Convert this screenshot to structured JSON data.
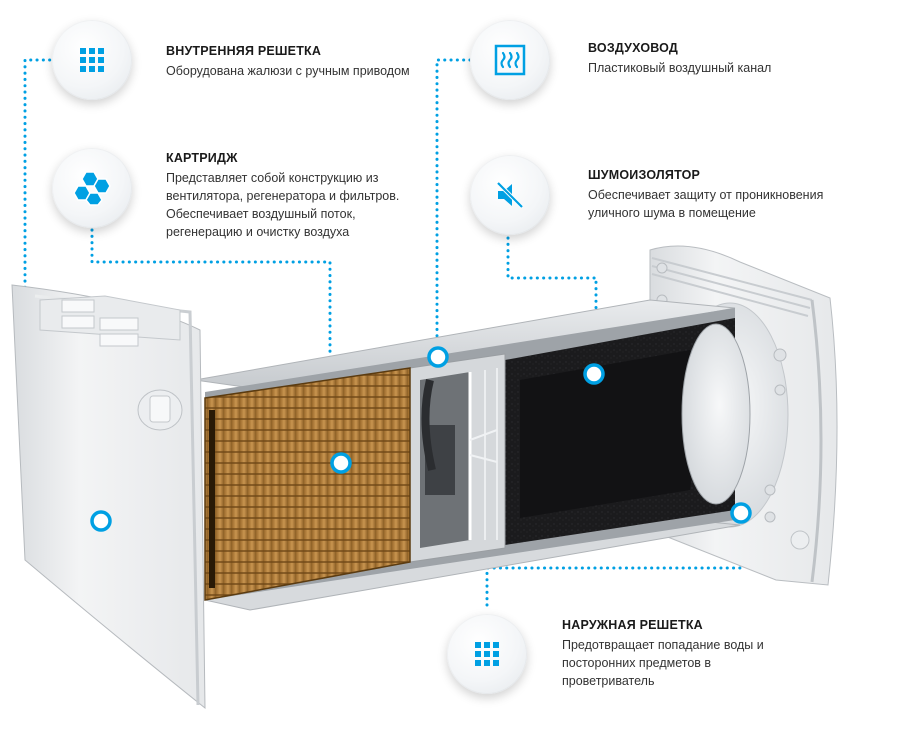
{
  "accent_color": "#00a0e3",
  "labels": {
    "inner_grille": {
      "title": "ВНУТРЕННЯЯ РЕШЕТКА",
      "lines": [
        "Оборудована жалюзи с ручным приводом"
      ],
      "icon": "grid-icon"
    },
    "cartridge": {
      "title": "КАРТРИДЖ",
      "lines": [
        "Представляет собой конструкцию из",
        "вентилятора, регенератора и фильтров.",
        "Обеспечивает воздушный поток,",
        "регенерацию и очистку воздуха"
      ],
      "icon": "hexagons-icon"
    },
    "air_duct": {
      "title": "ВОЗДУХОВОД",
      "lines": [
        "Пластиковый воздушный канал"
      ],
      "icon": "duct-heat-icon"
    },
    "silencer": {
      "title": "ШУМОИЗОЛЯТОР",
      "lines": [
        "Обеспечивает защиту от проникновения",
        "уличного шума в помещение"
      ],
      "icon": "speaker-mute-icon"
    },
    "outer_grille": {
      "title": "НАРУЖНАЯ РЕШЕТКА",
      "lines": [
        "Предотвращает попадание воды и",
        "посторонних предметов в",
        "проветриватель"
      ],
      "icon": "grid-icon"
    }
  }
}
